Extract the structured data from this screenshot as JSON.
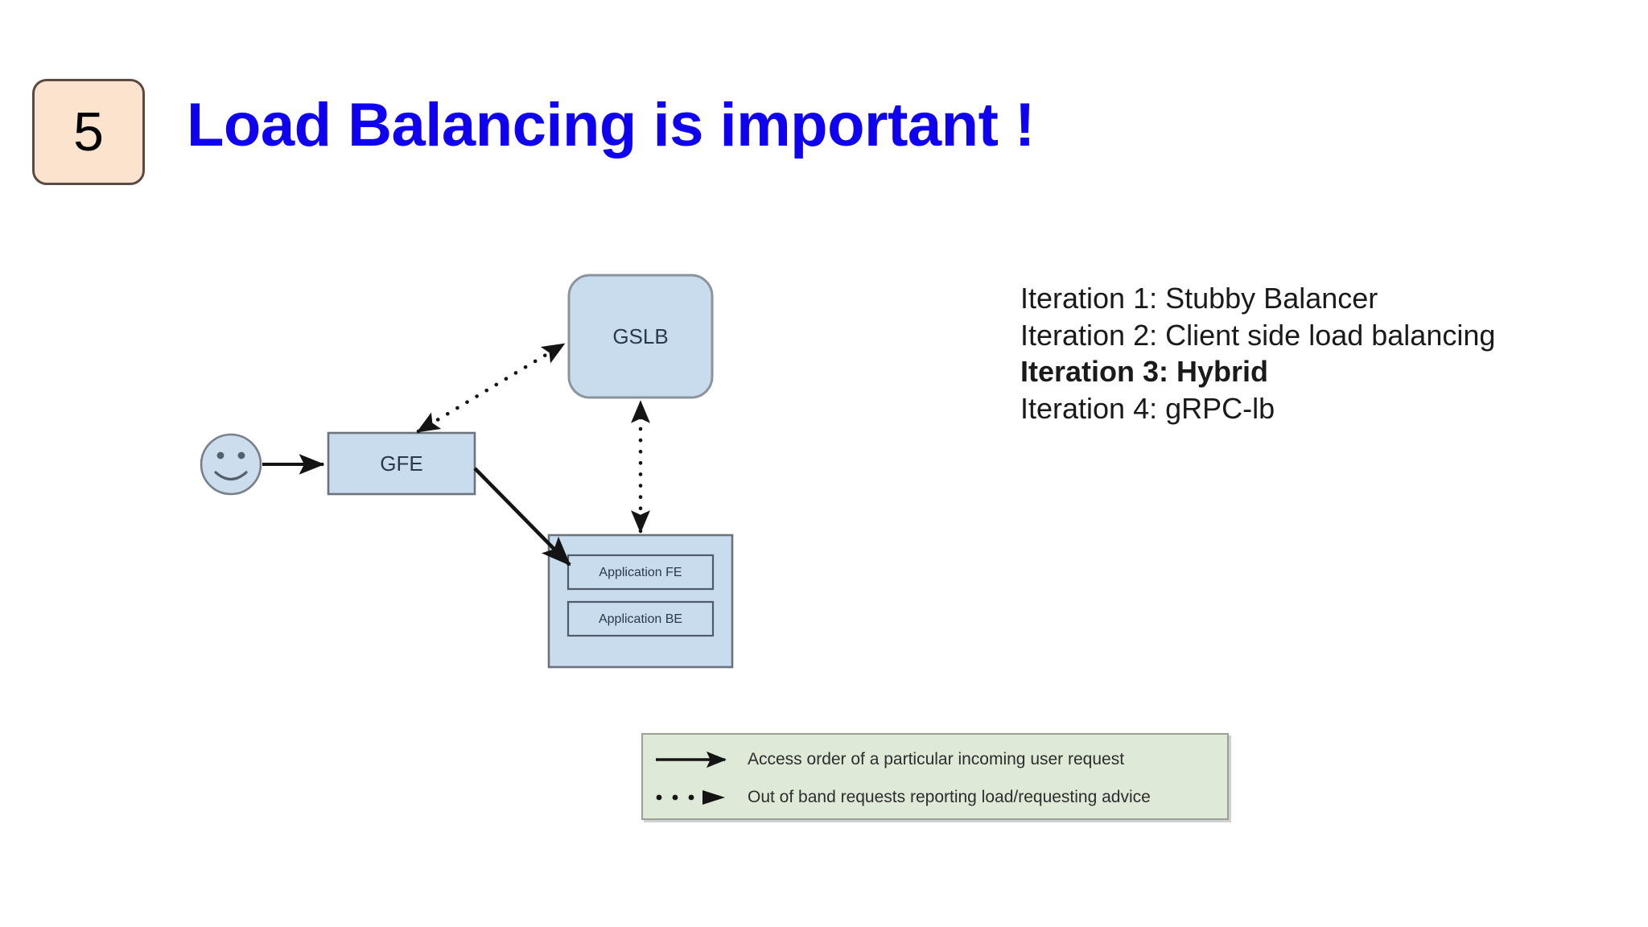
{
  "slide": {
    "number": "5",
    "title": "Load Balancing is important !",
    "title_color": "#0f00f0",
    "badge_color": "#fbe3cd"
  },
  "diagram": {
    "user_icon": "smiley-face-user",
    "nodes": [
      {
        "id": "gslb",
        "label": "GSLB",
        "shape": "rounded-rect",
        "fill": "#c9dced"
      },
      {
        "id": "gfe",
        "label": "GFE",
        "shape": "rect",
        "fill": "#c9dced"
      },
      {
        "id": "app-container",
        "label": "",
        "shape": "rect",
        "fill": "#c9dced"
      },
      {
        "id": "app-fe",
        "label": "Application FE",
        "shape": "rect",
        "fill": "#c9dced"
      },
      {
        "id": "app-be",
        "label": "Application BE",
        "shape": "rect",
        "fill": "#c9dced"
      }
    ],
    "edges": [
      {
        "from": "user",
        "to": "gfe",
        "style": "solid",
        "arrows": "single"
      },
      {
        "from": "gfe",
        "to": "gslb",
        "style": "dotted",
        "arrows": "double"
      },
      {
        "from": "gfe",
        "to": "app-fe",
        "style": "solid",
        "arrows": "single"
      },
      {
        "from": "app-container",
        "to": "gslb",
        "style": "dotted",
        "arrows": "double"
      }
    ]
  },
  "iterations": {
    "items": [
      {
        "text": "Iteration 1: Stubby Balancer",
        "bold": false
      },
      {
        "text": "Iteration 2: Client side load balancing",
        "bold": false
      },
      {
        "text": "Iteration 3: Hybrid",
        "bold": true
      },
      {
        "text": "Iteration 4: gRPC-lb",
        "bold": false
      }
    ]
  },
  "legend": {
    "background_color": "#dfe9d7",
    "rows": [
      {
        "glyph": "solid-arrow-icon",
        "text": "Access order of a particular incoming user request"
      },
      {
        "glyph": "dotted-arrow-icon",
        "text": "Out of band requests reporting load/requesting advice"
      }
    ]
  }
}
